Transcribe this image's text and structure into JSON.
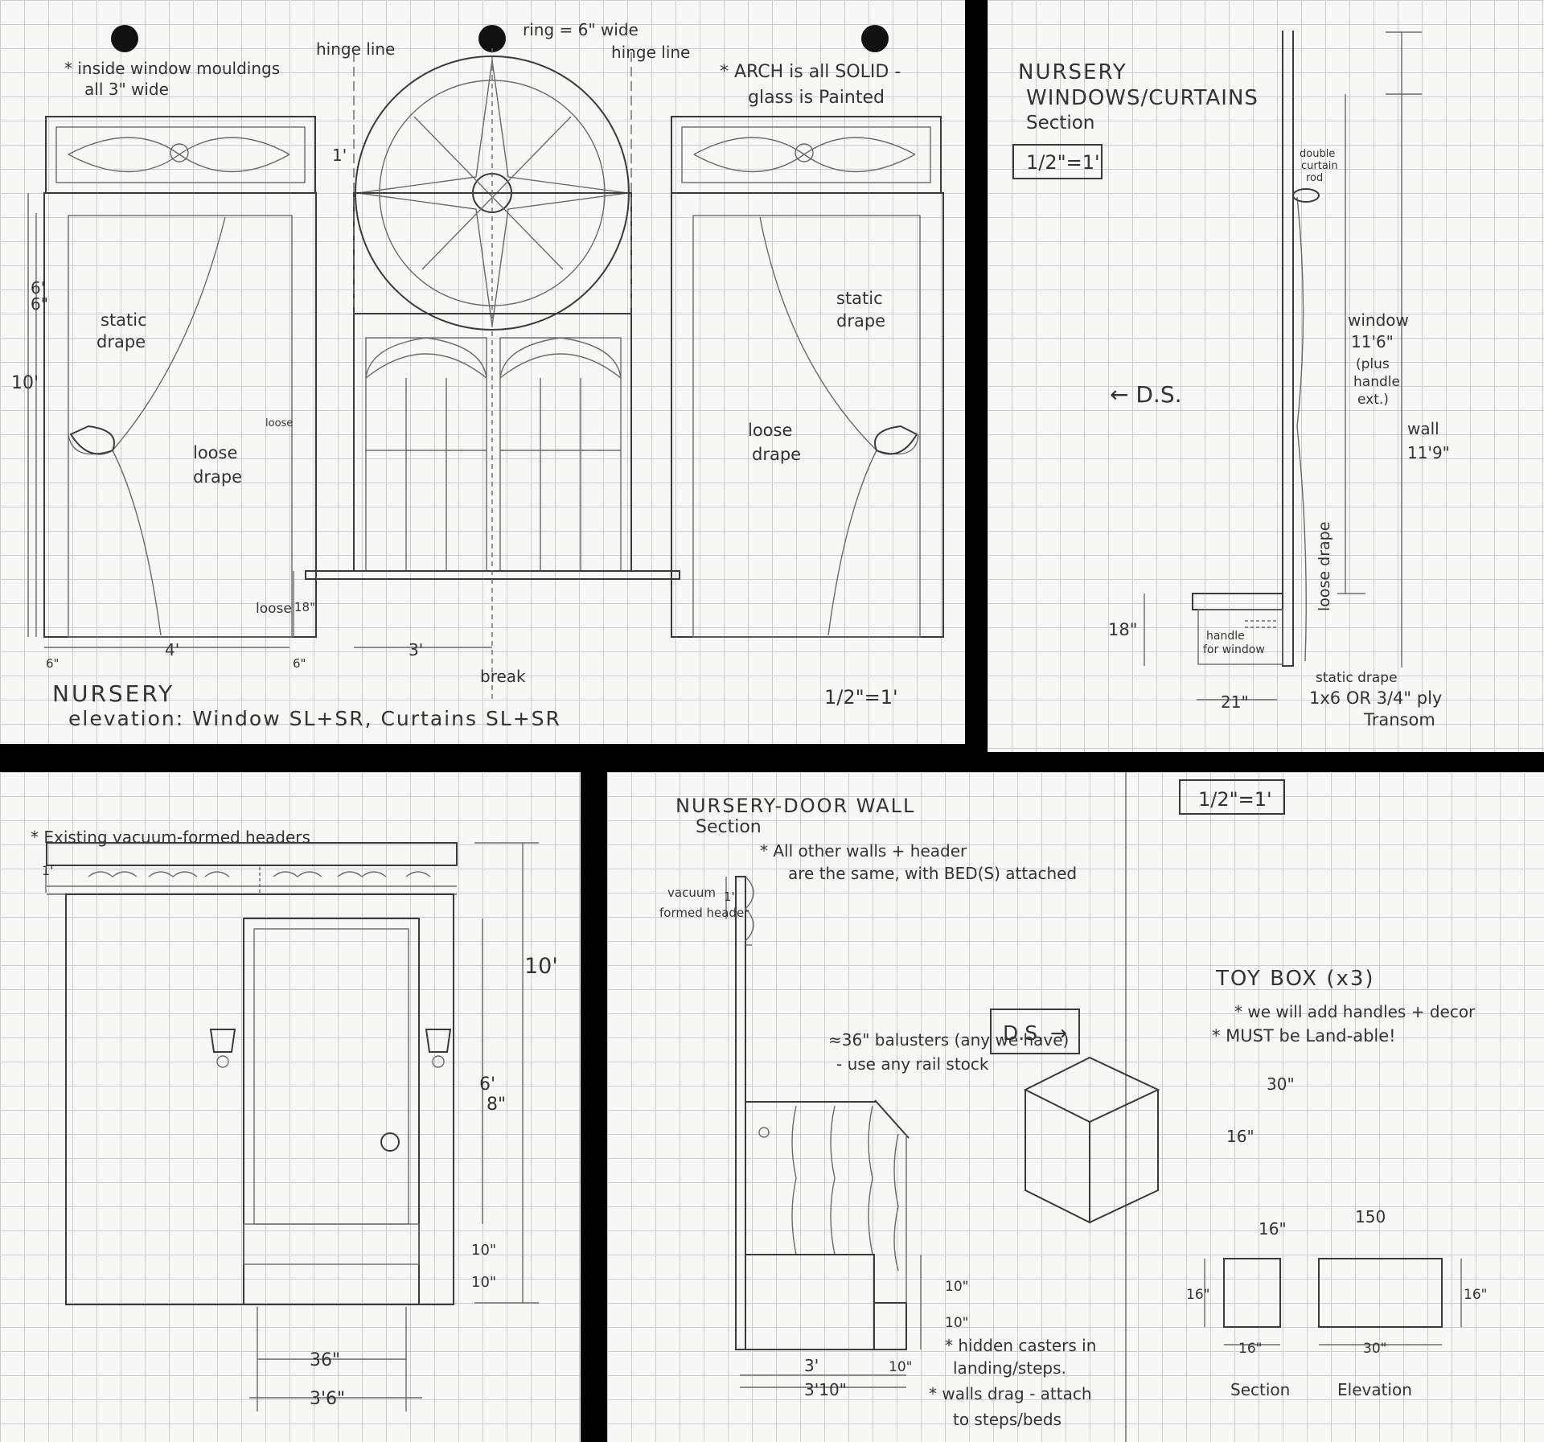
{
  "sheet_elevation": {
    "moulding_note_1": "* inside window mouldings",
    "moulding_note_2": "all 3\" wide",
    "hinge_left": "hinge line",
    "hinge_right": "hinge line",
    "ring_note": "ring = 6\" wide",
    "arch_note_1": "* ARCH is all SOLID -",
    "arch_note_2": "glass is Painted",
    "static_drape_left_1": "static",
    "static_drape_left_2": "drape",
    "static_drape_right_1": "static",
    "static_drape_right_2": "drape",
    "loose_drape_left_1": "loose",
    "loose_drape_left_2": "drape",
    "loose_drape_right_1": "loose",
    "loose_drape_right_2": "drape",
    "loose_small": "loose",
    "loose_bottom": "loose",
    "dim_6_6_a": "6'",
    "dim_6_6_b": "6\"",
    "dim_10": "10'",
    "dim_18": "18\"",
    "dim_6_left": "6\"",
    "dim_4": "4'",
    "dim_6_right": "6\"",
    "dim_3": "3'",
    "dim_1": "1'",
    "break_note": "break",
    "title_1": "NURSERY",
    "title_2": "elevation: Window SL+SR, Curtains SL+SR",
    "scale": "1/2\"=1'"
  },
  "sheet_window_section": {
    "title_1": "NURSERY",
    "title_2": "WINDOWS/CURTAINS",
    "title_3": "Section",
    "scale": "1/2\"=1'",
    "ds_arrow": "← D.S.",
    "curtain_rod_1": "double",
    "curtain_rod_2": "curtain",
    "curtain_rod_3": "rod",
    "window_dim_1": "window",
    "window_dim_2": "11'6\"",
    "window_dim_3": "(plus",
    "window_dim_4": "handle",
    "window_dim_5": "ext.)",
    "wall_dim_1": "wall",
    "wall_dim_2": "11'9\"",
    "loose_drape": "loose drape",
    "dim_18": "18\"",
    "handle_1": "handle",
    "handle_2": "for window",
    "dim_21": "21\"",
    "static_drape": "static drape",
    "material_1": "1x6 OR 3/4\" ply",
    "material_2": "Transom"
  },
  "sheet_door_elevation": {
    "header_note": "* Existing vacuum-formed headers",
    "dim_1": "1'",
    "dim_10": "10'",
    "dim_6_8_a": "6'",
    "dim_6_8_b": "8\"",
    "dim_10in_a": "10\"",
    "dim_10in_b": "10\"",
    "dim_36": "36\"",
    "dim_3_6": "3'6\""
  },
  "sheet_door_section": {
    "title_1": "NURSERY-DOOR WALL",
    "title_2": "Section",
    "note_1": "* All other walls + header",
    "note_2": "are the same, with BED(S) attached",
    "vacuum_1": "vacuum",
    "vacuum_2": "formed header",
    "dim_1": "1'",
    "balusters_1": "≈36\" balusters (any we have)",
    "balusters_2": "- use any rail stock",
    "ds_arrow": "D.S. →",
    "dim_10_a": "10\"",
    "dim_10_b": "10\"",
    "dim_3": "3'",
    "dim_10_c": "10\"",
    "dim_3_10": "3'10\"",
    "casters_1": "* hidden casters in",
    "casters_2": "landing/steps.",
    "drag_1": "* walls drag - attach",
    "drag_2": "to steps/beds",
    "scale": "1/2\"=1'"
  },
  "sheet_toybox": {
    "title": "TOY BOX (x3)",
    "note_1": "* we will add handles + decor",
    "note_2": "* MUST be Land-able!",
    "iso_30": "30\"",
    "iso_16_a": "16\"",
    "iso_16_b": "16\"",
    "iso_150": "150",
    "sec_16_h": "16\"",
    "sec_16_w": "16\"",
    "elev_30": "30\"",
    "elev_16": "16\"",
    "label_section": "Section",
    "label_elevation": "Elevation"
  }
}
